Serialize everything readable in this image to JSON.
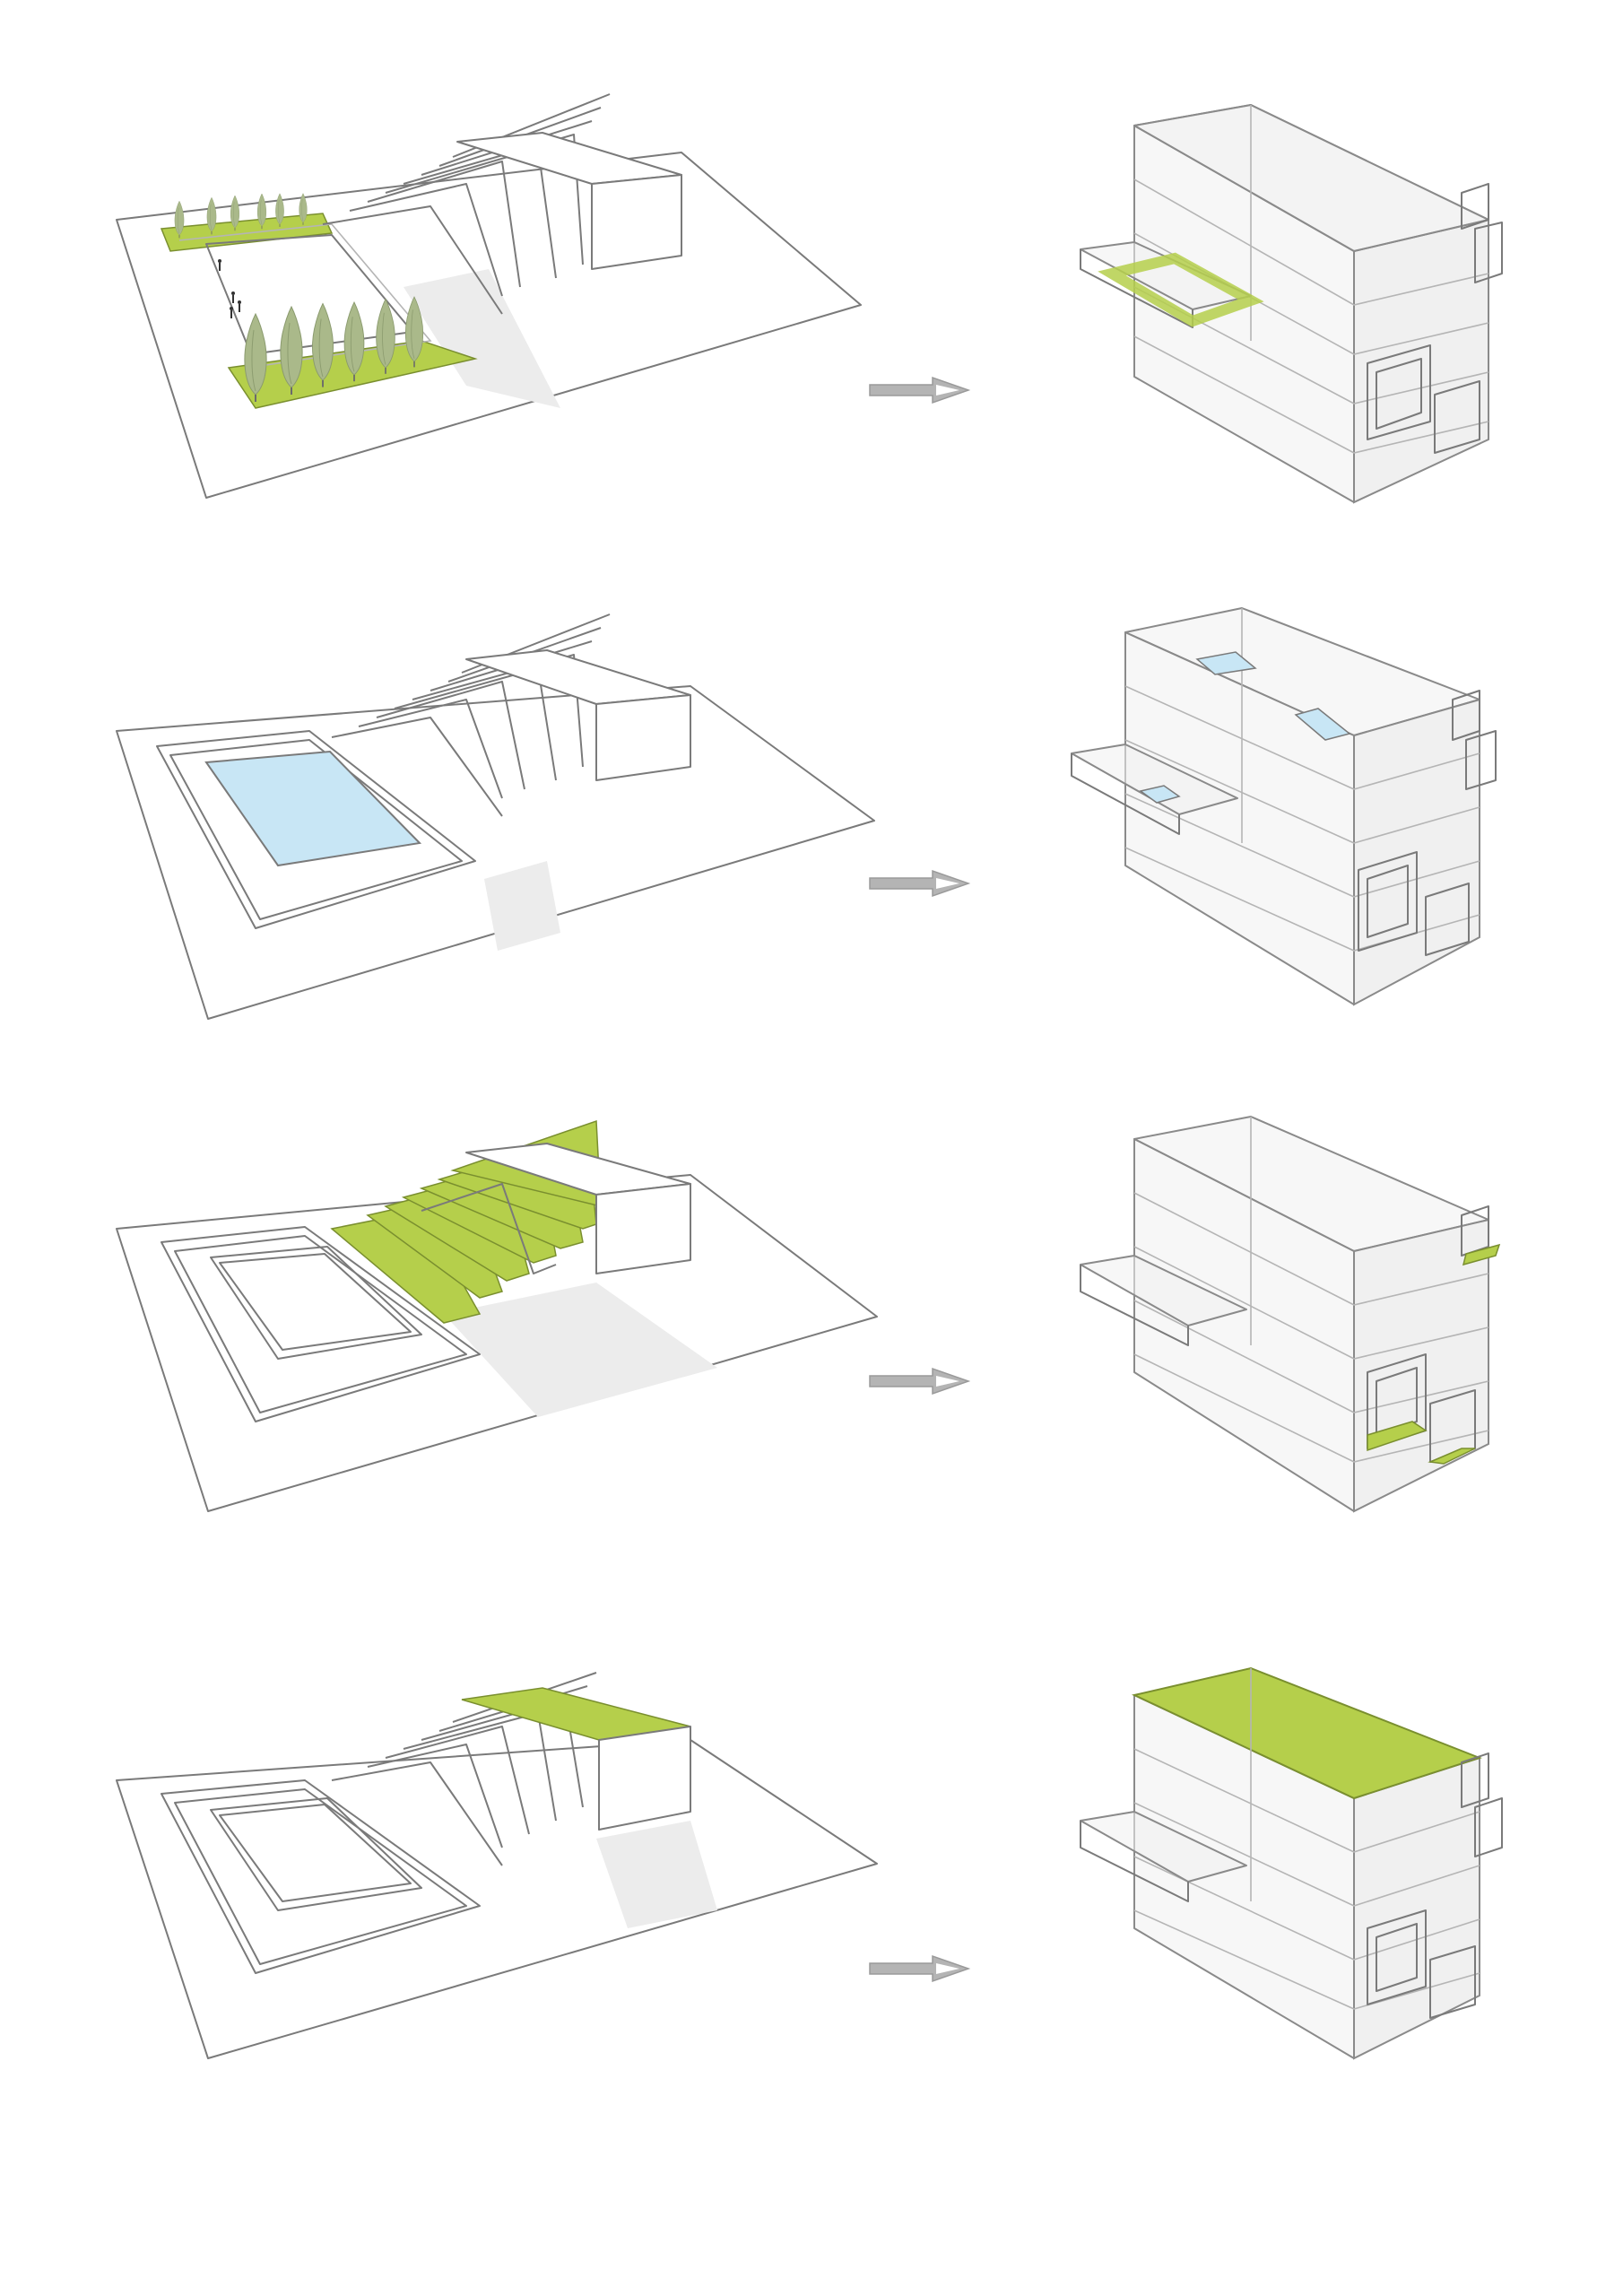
{
  "colors": {
    "background": "#ffffff",
    "line": "#7a7a7a",
    "green": "#b5cf4b",
    "water": "#c8e6f5",
    "arrow": "#b4b4b4",
    "glass": "#f1f1f1"
  },
  "rows": [
    {
      "theme": "trees-and-green-strips",
      "highlight": "green"
    },
    {
      "theme": "pool-water",
      "highlight": "water"
    },
    {
      "theme": "green-steps",
      "highlight": "green"
    },
    {
      "theme": "green-roof",
      "highlight": "green"
    }
  ]
}
